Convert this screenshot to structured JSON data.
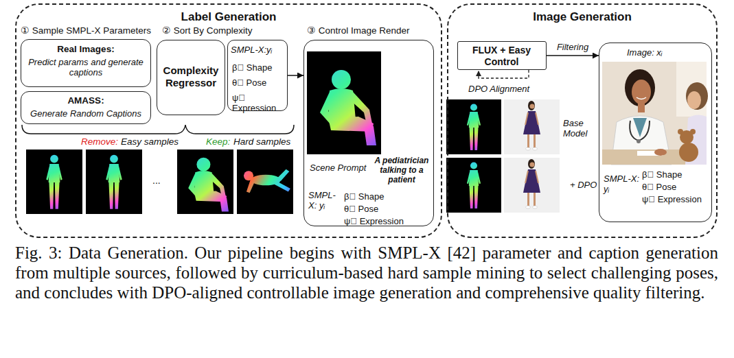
{
  "diagram": {
    "caption": "Fig. 3: Data Generation. Our pipeline begins with SMPL-X [42] parameter and caption generation from multiple sources, followed by curriculum-based hard sample mining to select challenging poses, and concludes with DPO-aligned controllable image generation and comprehensive quality filtering.",
    "nodes": [
      {
        "text": [
          "Label Generation"
        ]
      },
      {
        "text": [
          "Real Images:",
          "Predict params and generate captions"
        ],
        "in": 0
      },
      {
        "text": [
          "AMASS:",
          "Generate Random Captions"
        ],
        "in": 0
      },
      {
        "text": [
          "Complexity Regressor"
        ],
        "in": 0
      },
      {
        "text": [
          "SMPL-X:yᵢ",
          "β⃗ Shape",
          "θ⃗ Pose",
          "ψ⃗ Expression"
        ],
        "in": 0
      },
      {
        "text": [
          "③ Control Image Render",
          "Scene Prompt",
          "A pediatrician talking to a patient",
          "SMPL-X: yᵢ",
          "β⃗ Shape",
          "θ⃗ Pose",
          "ψ⃗ Expression"
        ],
        "in": 0
      },
      {
        "text": [
          "Image Generation"
        ]
      },
      {
        "text": [
          "FLUX + Easy Control"
        ],
        "in": 6
      },
      {
        "text": [
          "Image: xᵢ",
          "SMPL-X: yᵢ",
          "β⃗ Shape",
          "θ⃗ Pose",
          "ψ⃗ Expression"
        ],
        "in": 6
      }
    ],
    "edges": [
      {
        "from": 4,
        "to": 5,
        "arrow": "to"
      },
      {
        "from": 7,
        "to": 8,
        "label": "Filtering",
        "arrow": "to"
      }
    ],
    "labels": [
      "① Sample SMPL-X Parameters",
      "② Sort By Complexity",
      "Remove:",
      "Easy samples",
      "Keep:",
      "Hard samples",
      "...",
      "DPO Alignment",
      "Base Model",
      "+ DPO"
    ]
  }
}
